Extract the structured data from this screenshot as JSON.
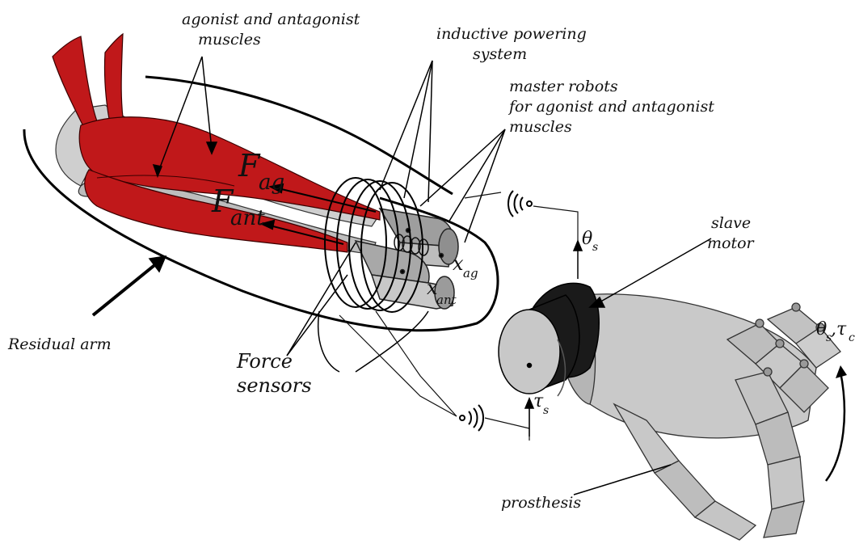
{
  "labels": {
    "agonist_line1": "agonist and antagonist",
    "agonist_line2": "muscles",
    "inductive_line1": "inductive powering",
    "inductive_line2": "system",
    "master_line1": "master robots",
    "master_line2": "for agonist and antagonist",
    "master_line3": "muscles",
    "slave_line1": "slave",
    "slave_line2": "motor",
    "residual": "Residual arm",
    "force_line1": "Force",
    "force_line2": "sensors",
    "prosthesis": "prosthesis"
  },
  "symbols": {
    "F": "F",
    "F_ag_sub": "ag",
    "F_ant_sub": "ant",
    "x": "x",
    "x_ag_sub": "ag",
    "x_ant_sub": "ant",
    "theta": "θ",
    "theta_sub": "s",
    "tau": "τ",
    "tau_sub": "s",
    "theta_tau_main": "θ",
    "theta_tau_sub": "s",
    "theta_tau_sep": ",τ",
    "theta_tau_sub2": "c"
  },
  "colors": {
    "muscle": "#c0181a",
    "bone": "#cfcfcf",
    "robot": "#a8a8a8",
    "motor_black": "#1a1a1a",
    "hand": "#c9c9c9"
  },
  "icons": [
    "wireless-signal-icon",
    "force-arrow-icon"
  ]
}
